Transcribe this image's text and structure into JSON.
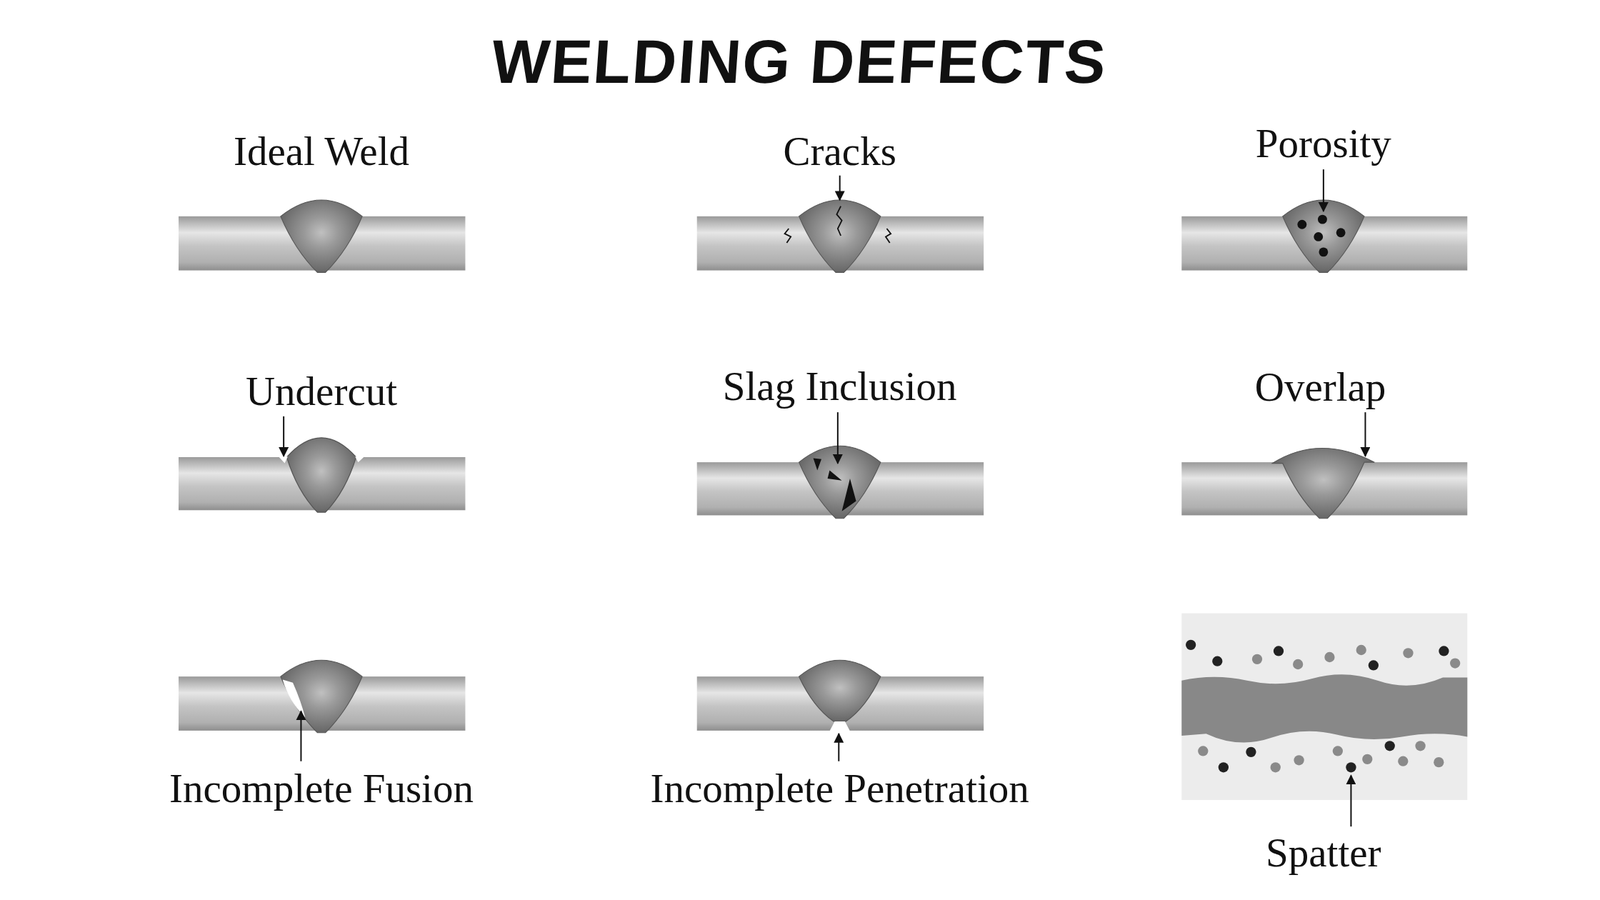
{
  "diagram": {
    "title": "WELDING DEFECTS",
    "labels": [
      "Ideal Weld",
      "Cracks",
      "Porosity",
      "Undercut",
      "Slag Inclusion",
      "Overlap",
      "Incomplete Fusion",
      "Incomplete Penetration",
      "Spatter"
    ]
  }
}
